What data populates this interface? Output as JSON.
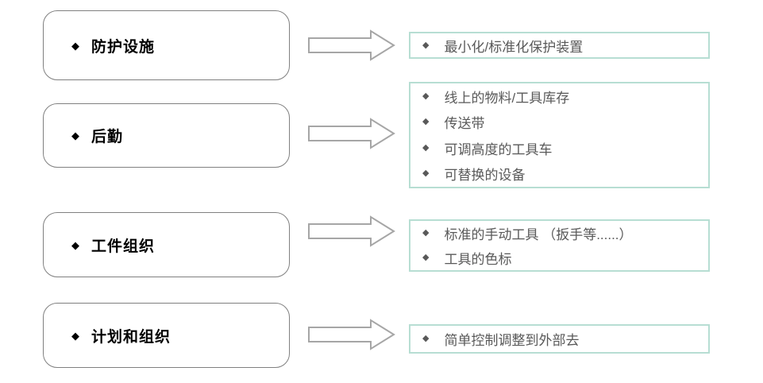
{
  "diagram": {
    "bullet": "◆",
    "colors": {
      "left_box_border": "#808080",
      "right_box_border": "#b7ded3",
      "arrow_outline": "#a6a6a6",
      "left_text": "#000000",
      "right_text": "#595959"
    },
    "rows": [
      {
        "left": {
          "label": "防护设施"
        },
        "right": {
          "items": [
            "最小化/标准化保护装置"
          ]
        }
      },
      {
        "left": {
          "label": "后勤"
        },
        "right": {
          "items": [
            "线上的物料/工具库存",
            "传送带",
            "可调高度的工具车",
            "可替换的设备"
          ]
        }
      },
      {
        "left": {
          "label": "工件组织"
        },
        "right": {
          "items": [
            "标准的手动工具 （扳手等......）",
            "工具的色标"
          ]
        }
      },
      {
        "left": {
          "label": "计划和组织"
        },
        "right": {
          "items": [
            "简单控制调整到外部去"
          ]
        }
      }
    ]
  }
}
